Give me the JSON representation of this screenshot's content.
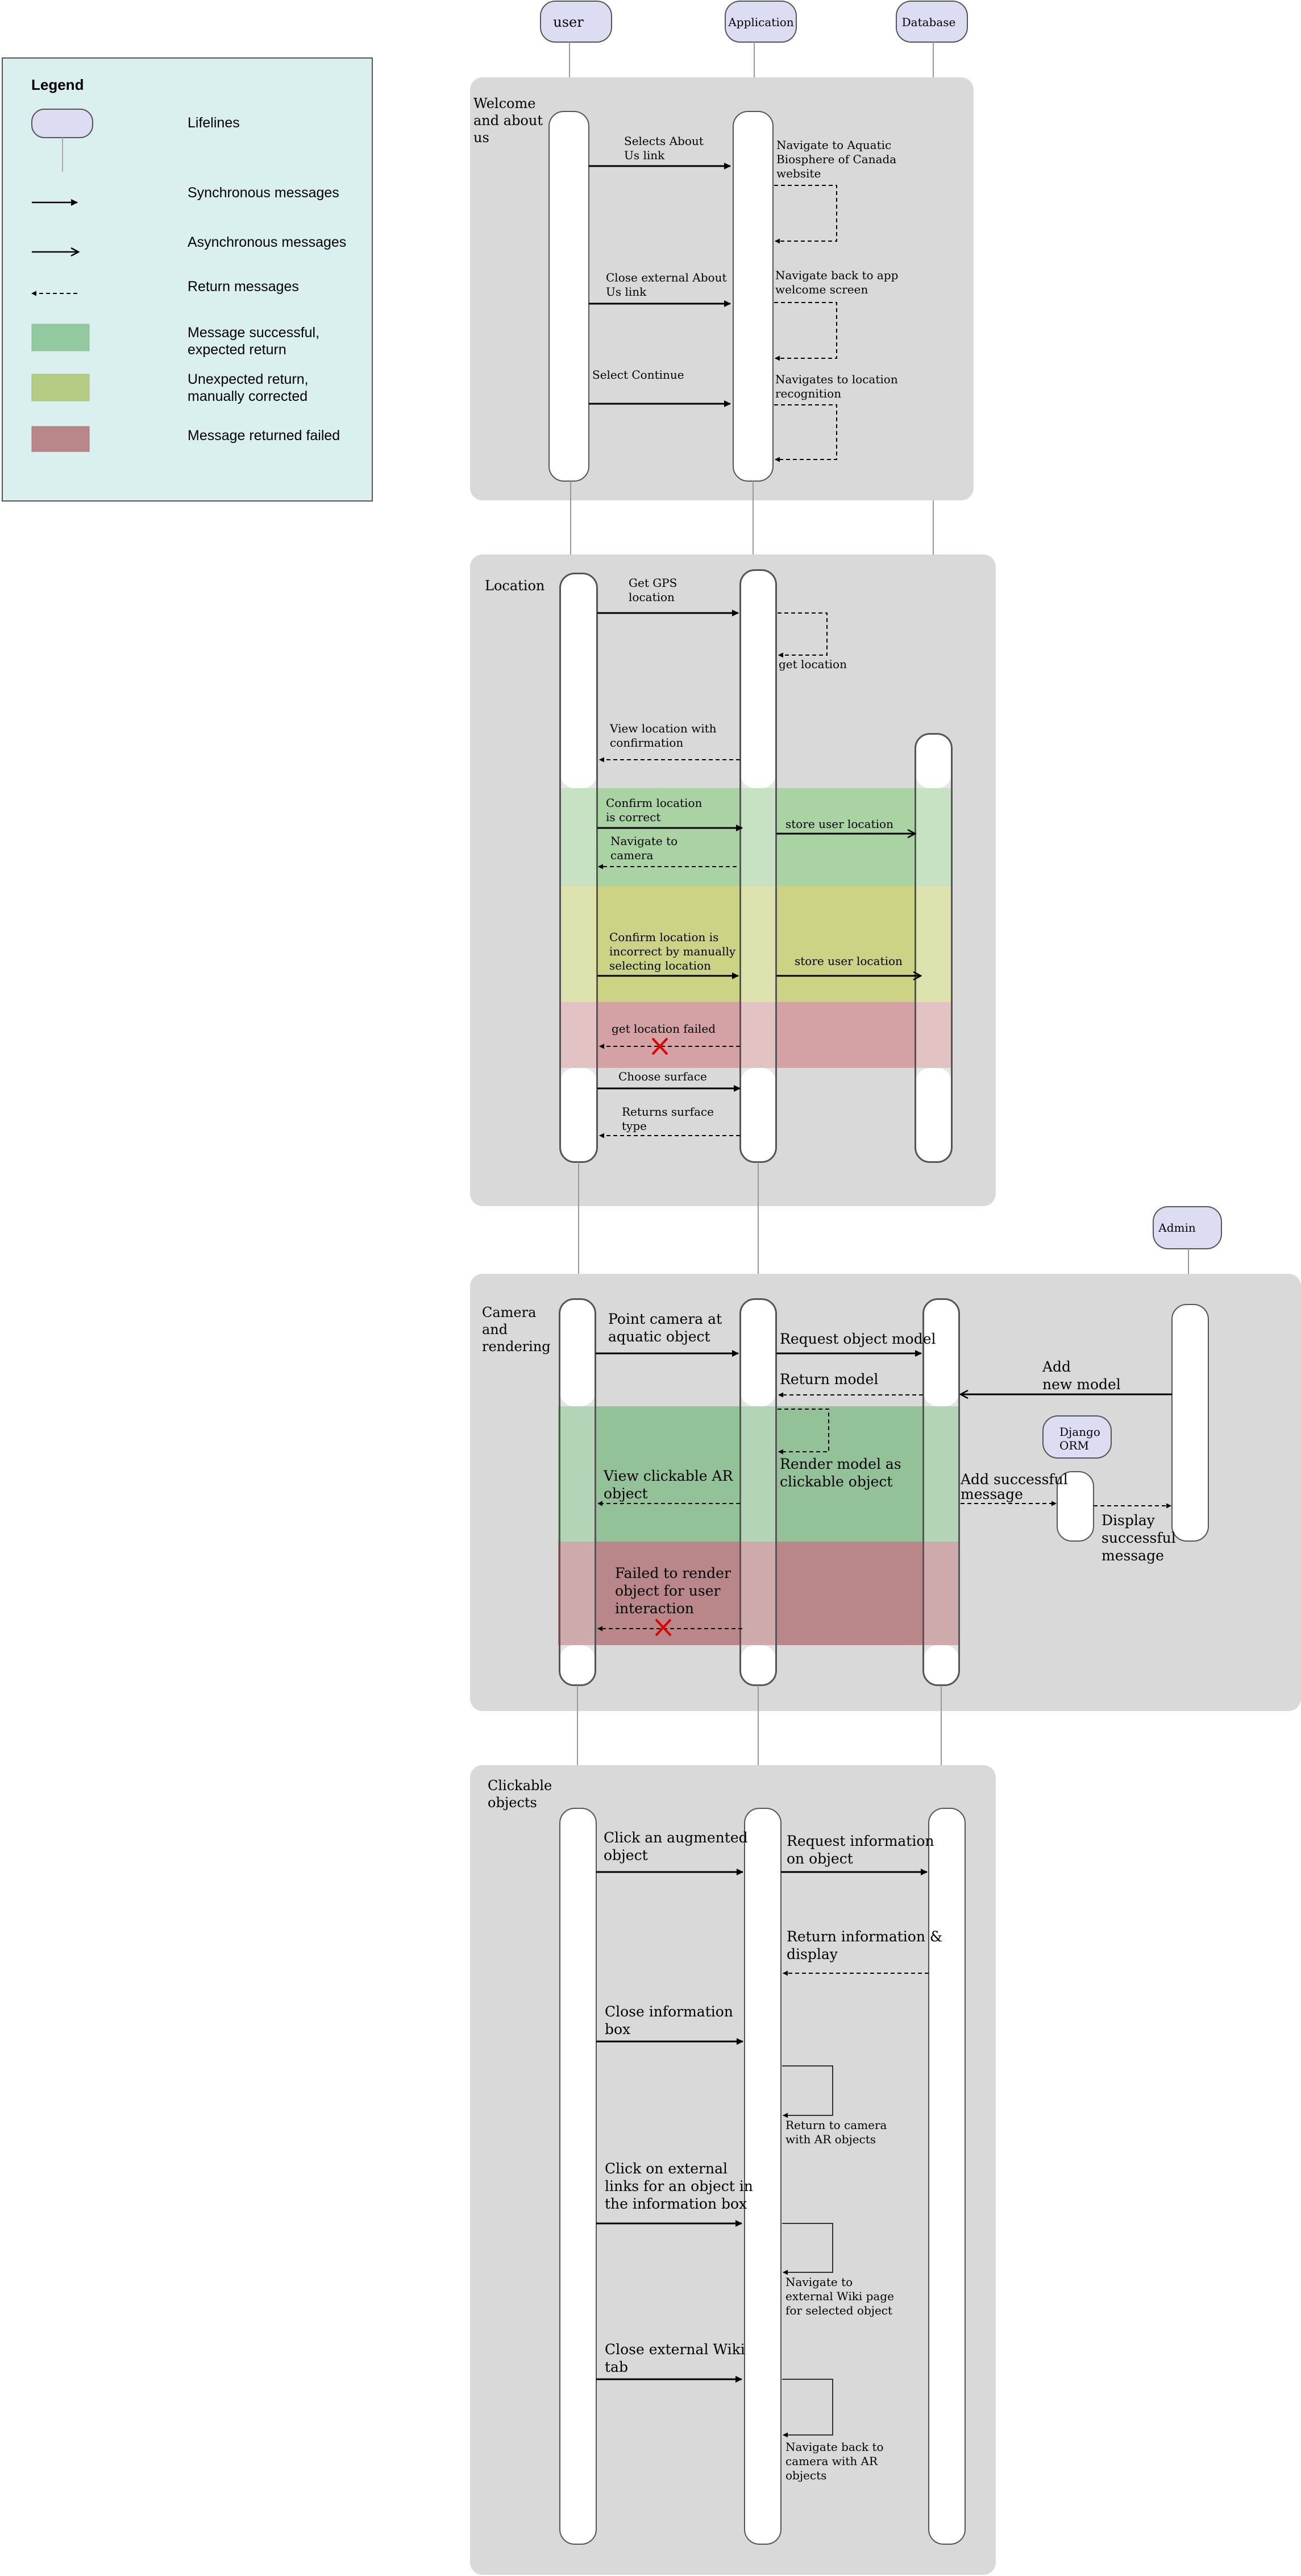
{
  "legend": {
    "title": "Legend",
    "items": [
      {
        "kind": "lifeline",
        "label": "Lifelines"
      },
      {
        "kind": "sync",
        "label": "Synchronous messages"
      },
      {
        "kind": "async",
        "label": "Asynchronous messages"
      },
      {
        "kind": "return",
        "label": "Return messages"
      },
      {
        "kind": "green",
        "label": "Message successful, expected return",
        "color": "#93c99e"
      },
      {
        "kind": "olive",
        "label": "Unexpected return, manually corrected",
        "color": "#b5cc84"
      },
      {
        "kind": "red",
        "label": "Message returned failed",
        "color": "#b9868a"
      }
    ]
  },
  "actors": {
    "user": "user",
    "application": "Application",
    "database": "Database",
    "admin": "Admin",
    "django": "Django ORM"
  },
  "colors": {
    "frame": "#d9d9d9",
    "actor": "#dcdcf2",
    "legend_bg": "#d9f0ef",
    "green": "#93c99e",
    "olive": "#cdd384",
    "red": "#d4a1a4"
  },
  "sections": {
    "welcome": {
      "title": "Welcome and about us",
      "m1": "Selects About Us link",
      "m2": "Navigate to Aquatic Biosphere of Canada website",
      "m3": "Close external About Us link",
      "m4": "Navigate back to app welcome screen",
      "m5": "Select Continue",
      "m6": "Navigates to location recognition"
    },
    "location": {
      "title": "Location",
      "m1": "Get GPS location",
      "m2": "get location",
      "m3": "View location with confirmation",
      "m4": "Confirm location is correct",
      "m5": "store user location",
      "m6": "Navigate to camera",
      "m7": "Confirm location is incorrect by manually selecting location",
      "m8": "store user location",
      "m9": "get location failed",
      "m10": "Choose surface",
      "m11": "Returns surface type"
    },
    "camera": {
      "title": "Camera and rendering",
      "m1": "Point camera at aquatic object",
      "m2": "Request object model",
      "m3": "Return model",
      "m4": "Add new model",
      "m5": "Render model as clickable object",
      "m6": "View clickable AR object",
      "m7": "Add successful message",
      "m8": "Display successful message",
      "m9": "Failed to render object for user interaction"
    },
    "clickable": {
      "title": "Clickable objects",
      "m1": "Click an augmented object",
      "m2": "Request information on object",
      "m3": "Return information & display",
      "m4": "Close information box",
      "m5": "Return to camera with AR objects",
      "m6": "Click on external links for an object in the information box",
      "m7": "Navigate to external Wiki page for selected object",
      "m8": "Close external Wiki tab",
      "m9": "Navigate back to camera with AR objects"
    }
  }
}
